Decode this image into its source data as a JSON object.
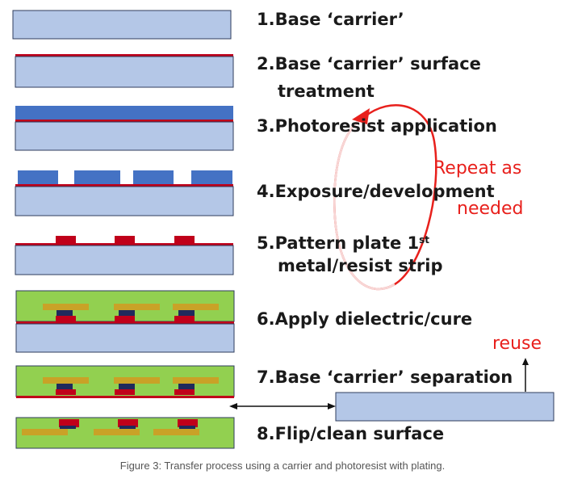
{
  "steps": {
    "s1": "1.Base ‘carrier’",
    "s2a": "2.Base ‘carrier’ surface",
    "s2b": "treatment",
    "s3": "3.Photoresist application",
    "s4": "4.Exposure/development",
    "s5a": "5.Pattern plate 1",
    "s5sup": "st",
    "s5b": "metal/resist strip",
    "s6": "6.Apply dielectric/cure",
    "s7": "7.Base ‘carrier’ separation",
    "s8": "8.Flip/clean surface"
  },
  "notes": {
    "repeat_line1": "Repeat as",
    "repeat_line2": "needed",
    "reuse": "reuse"
  },
  "caption": "Figure 3: Transfer process using a carrier and photoresist with plating.",
  "colors": {
    "carrier": "#b4c7e7",
    "carrier_stroke": "#2f3d5c",
    "treatment": "#c0001a",
    "photoresist": "#4472c4",
    "dielectric": "#92d050",
    "metal_pad": "#c9a227",
    "dark_metal": "#1f2a5c",
    "annotation_red": "#e8201c"
  }
}
